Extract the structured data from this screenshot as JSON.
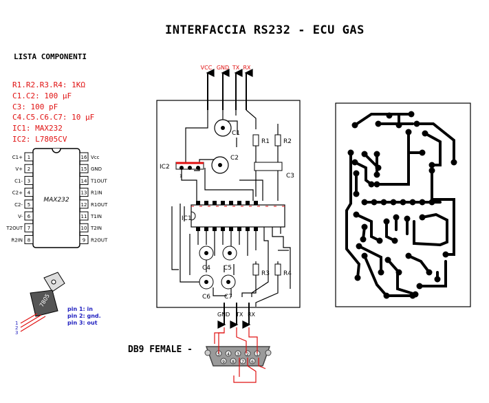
{
  "title": "INTERFACCIA RS232  -  ECU GAS",
  "components": {
    "heading": "LISTA COMPONENTI",
    "items": [
      "R1.R2.R3.R4: 1KΩ",
      "C1.C2: 100 μF",
      "C3: 100 pF",
      "C4.C5.C6.C7: 10 μF",
      "IC1: MAX232",
      "IC2: L7805CV"
    ]
  },
  "max232": {
    "name": "MAX232",
    "left_pins": [
      {
        "num": "1",
        "label": "C1+"
      },
      {
        "num": "2",
        "label": "V+"
      },
      {
        "num": "3",
        "label": "C1-"
      },
      {
        "num": "4",
        "label": "C2+"
      },
      {
        "num": "5",
        "label": "C2-"
      },
      {
        "num": "6",
        "label": "V-"
      },
      {
        "num": "7",
        "label": "T2OUT"
      },
      {
        "num": "8",
        "label": "R2IN"
      }
    ],
    "right_pins": [
      {
        "num": "16",
        "label": "Vcc"
      },
      {
        "num": "15",
        "label": "GND"
      },
      {
        "num": "14",
        "label": "T1OUT"
      },
      {
        "num": "13",
        "label": "R1IN"
      },
      {
        "num": "12",
        "label": "R1OUT"
      },
      {
        "num": "11",
        "label": "T1IN"
      },
      {
        "num": "10",
        "label": "T2IN"
      },
      {
        "num": "9",
        "label": "R2OUT"
      }
    ]
  },
  "regulator": {
    "body_label": "7805",
    "pin_numbers": [
      "1",
      "2",
      "3"
    ],
    "pins": [
      "pin 1: in",
      "pin 2: gnd.",
      "pin 3: out"
    ]
  },
  "schematic": {
    "top_connectors": [
      "VCC",
      "GND",
      "TX",
      "RX"
    ],
    "labels": {
      "c1": "C1",
      "c2": "C2",
      "c3": "C3",
      "c4": "C4",
      "c5": "C5",
      "c6": "C6",
      "c7": "C7",
      "r1": "R1",
      "r2": "R2",
      "r3": "R3",
      "r4": "R4",
      "ic1": "IC1",
      "ic2": "IC2",
      "ic2_pin": "1"
    },
    "bottom_connectors": [
      "GND",
      "TX",
      "RX"
    ]
  },
  "db9": {
    "label": "DB9 FEMALE -",
    "top_pins": [
      "5",
      "4",
      "3",
      "2",
      "1"
    ],
    "bottom_pins": [
      "9",
      "8",
      "7",
      "6"
    ]
  },
  "colors": {
    "wire": "#e01010",
    "ink": "#000000",
    "connector": "#8a8a8a"
  }
}
